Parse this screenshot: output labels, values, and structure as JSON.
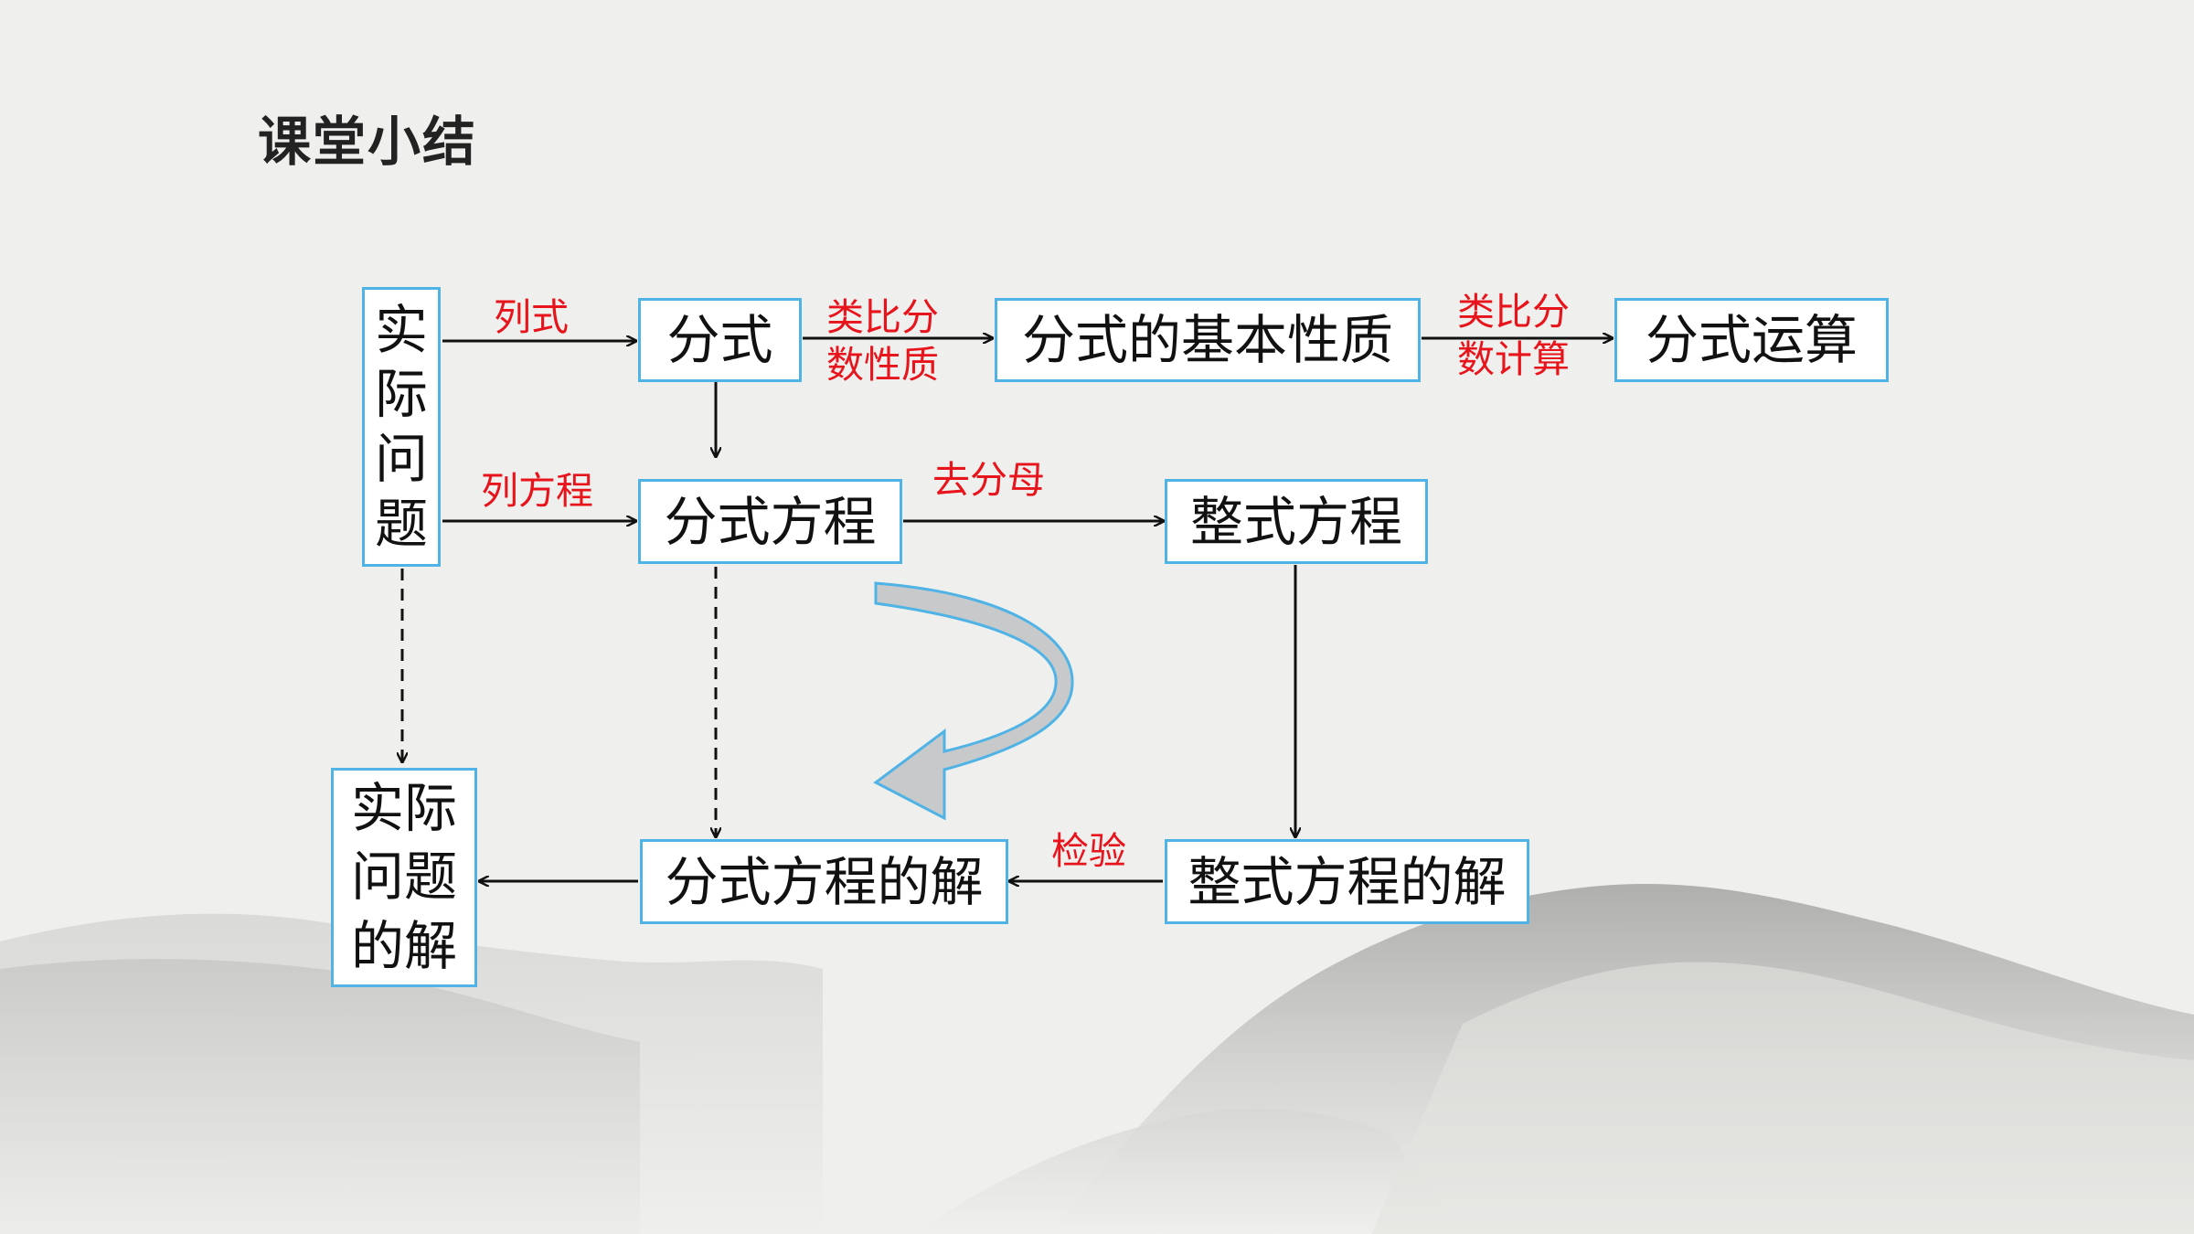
{
  "slide": {
    "title": "课堂小结"
  },
  "nodes": {
    "practical_problem": "实际问题",
    "fraction": "分式",
    "fraction_basic_property": "分式的基本性质",
    "fraction_operations": "分式运算",
    "fractional_equation": "分式方程",
    "integral_equation": "整式方程",
    "fractional_equation_solution": "分式方程的解",
    "integral_equation_solution": "整式方程的解",
    "practical_problem_solution": "实际问题的解"
  },
  "edges": {
    "set_up_expression": "列式",
    "analogy_fraction_property_line1": "类比分",
    "analogy_fraction_property_line2": "数性质",
    "analogy_fraction_calc_line1": "类比分",
    "analogy_fraction_calc_line2": "数计算",
    "set_up_equation": "列方程",
    "clear_denominator": "去分母",
    "verify": "检验"
  },
  "colors": {
    "box_border": "#4fb3e6",
    "label_red": "#e8141c",
    "curved_arrow_fill": "#c7c9cb",
    "curved_arrow_outline": "#4fb3e6"
  }
}
